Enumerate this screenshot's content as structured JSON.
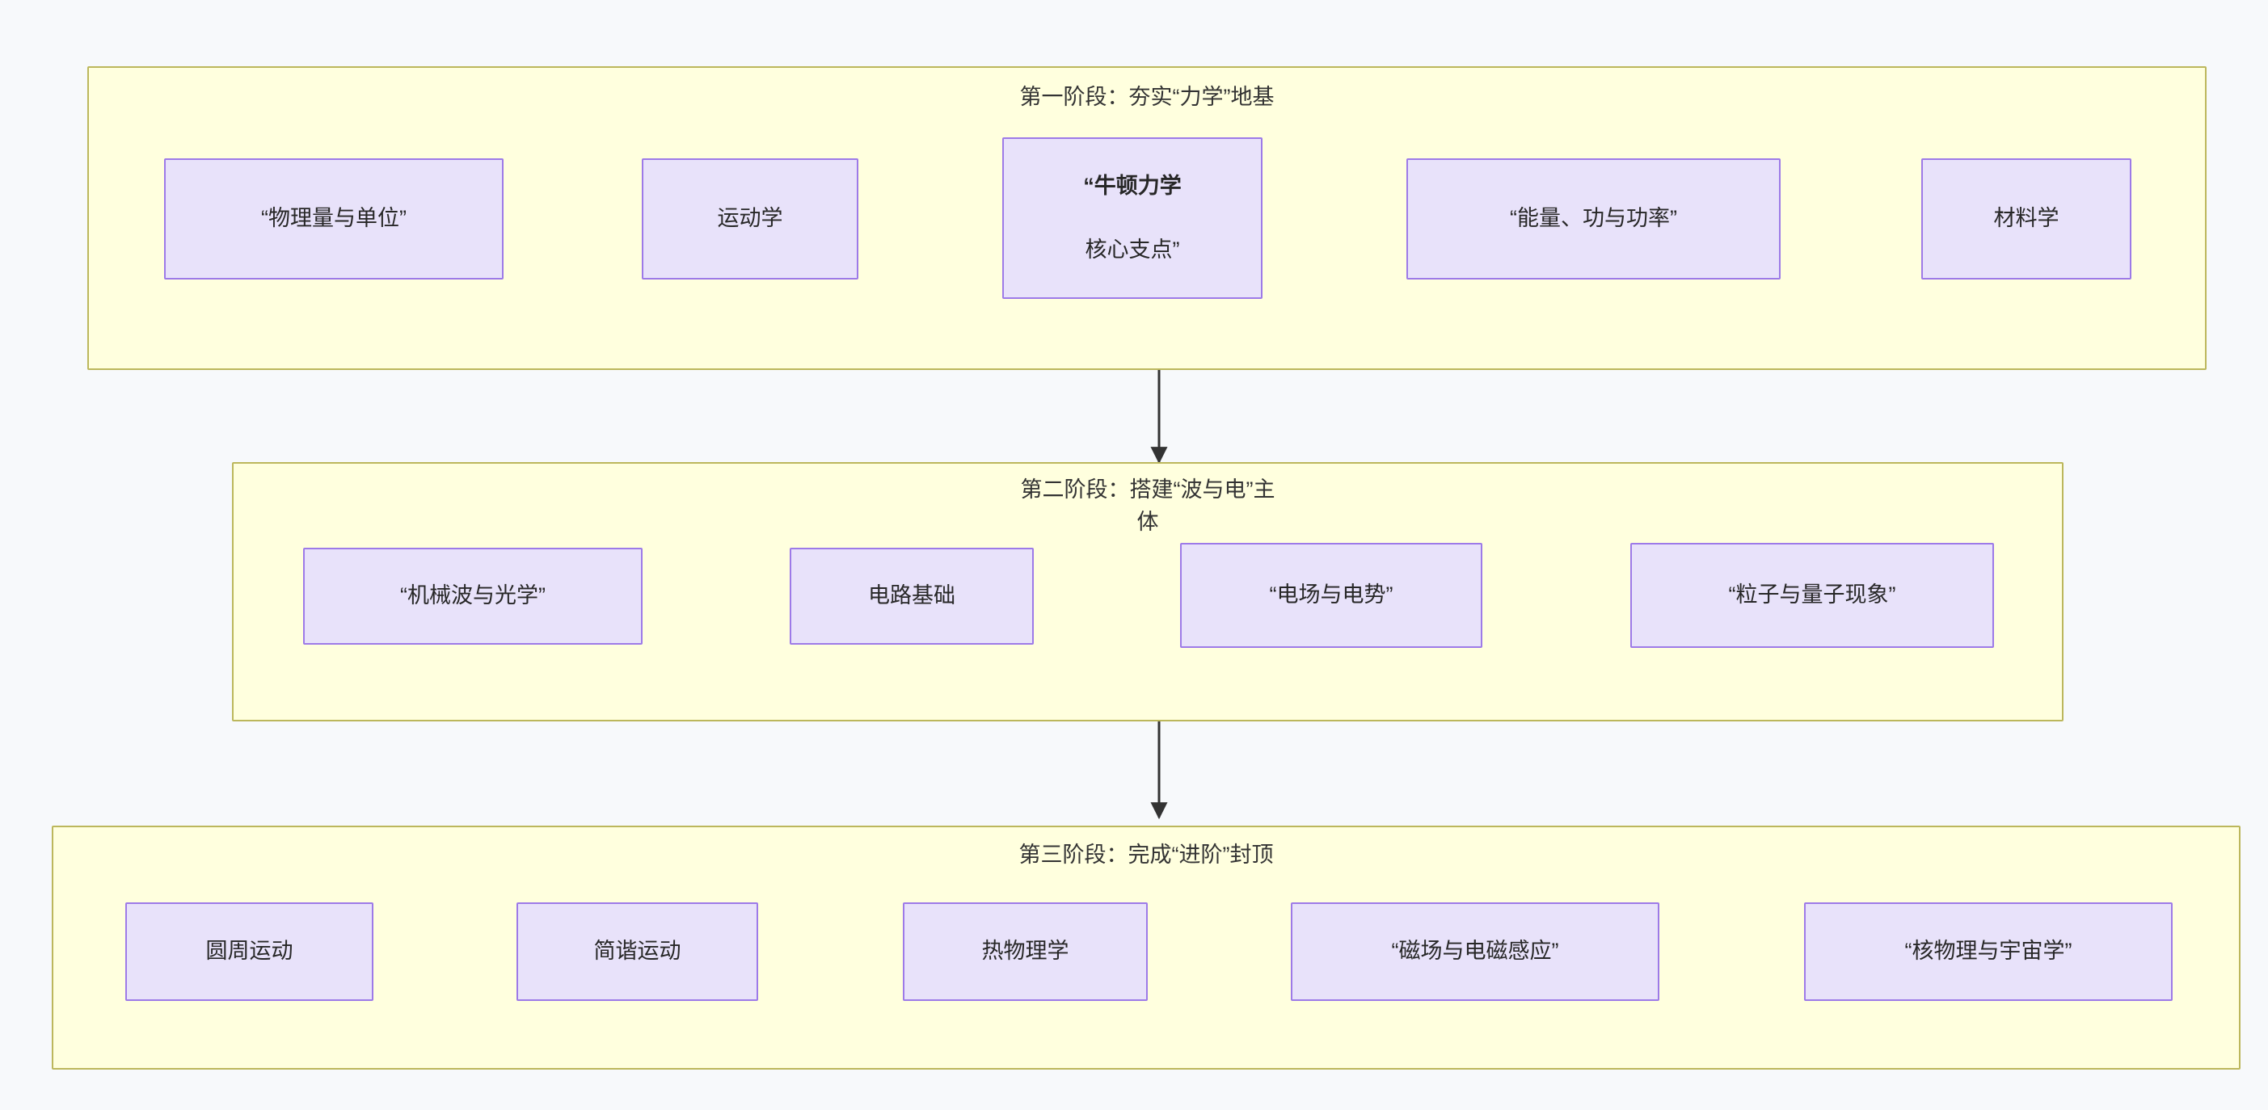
{
  "diagram": {
    "type": "flowchart",
    "direction": "top-to-bottom, left-to-right within each phase",
    "background_color": "#f7f9fb",
    "cluster_fill": "#ffffde",
    "cluster_stroke": "#bcb75c",
    "node_fill": "#e8e2fa",
    "node_stroke": "#9d7ae8",
    "edge_color": "#333333"
  },
  "phases": [
    {
      "id": "phase1",
      "title": "第一阶段：夯实“力学”地基",
      "nodes": [
        {
          "id": "p1n1",
          "label": "“物理量与单位”"
        },
        {
          "id": "p1n2",
          "label": "运动学"
        },
        {
          "id": "p1n3",
          "label": "“牛顿力学",
          "label_line2": "核心支点”",
          "emphasis": true
        },
        {
          "id": "p1n4",
          "label": "“能量、功与功率”"
        },
        {
          "id": "p1n5",
          "label": "材料学"
        }
      ],
      "edges": [
        {
          "from": "p1n1",
          "to": "p1n2"
        },
        {
          "from": "p1n2",
          "to": "p1n3"
        },
        {
          "from": "p1n3",
          "to": "p1n4"
        },
        {
          "from": "p1n4",
          "to": "p1n5"
        }
      ]
    },
    {
      "id": "phase2",
      "title": "第二阶段：搭建“波与电”主\n体",
      "nodes": [
        {
          "id": "p2n1",
          "label": "“机械波与光学”"
        },
        {
          "id": "p2n2",
          "label": "电路基础"
        },
        {
          "id": "p2n3",
          "label": "“电场与电势”"
        },
        {
          "id": "p2n4",
          "label": "“粒子与量子现象”"
        }
      ],
      "edges": [
        {
          "from": "p2n1",
          "to": "p2n2"
        },
        {
          "from": "p2n2",
          "to": "p2n3"
        },
        {
          "from": "p2n3",
          "to": "p2n4"
        }
      ]
    },
    {
      "id": "phase3",
      "title": "第三阶段：完成“进阶”封顶",
      "nodes": [
        {
          "id": "p3n1",
          "label": "圆周运动"
        },
        {
          "id": "p3n2",
          "label": "简谐运动"
        },
        {
          "id": "p3n3",
          "label": "热物理学"
        },
        {
          "id": "p3n4",
          "label": "“磁场与电磁感应”"
        },
        {
          "id": "p3n5",
          "label": "“核物理与宇宙学”"
        }
      ],
      "edges": [
        {
          "from": "p3n1",
          "to": "p3n2"
        },
        {
          "from": "p3n2",
          "to": "p3n3"
        },
        {
          "from": "p3n3",
          "to": "p3n4"
        },
        {
          "from": "p3n4",
          "to": "p3n5"
        }
      ]
    }
  ],
  "phase_links": [
    {
      "from": "phase1",
      "to": "phase2"
    },
    {
      "from": "phase2",
      "to": "phase3"
    }
  ]
}
